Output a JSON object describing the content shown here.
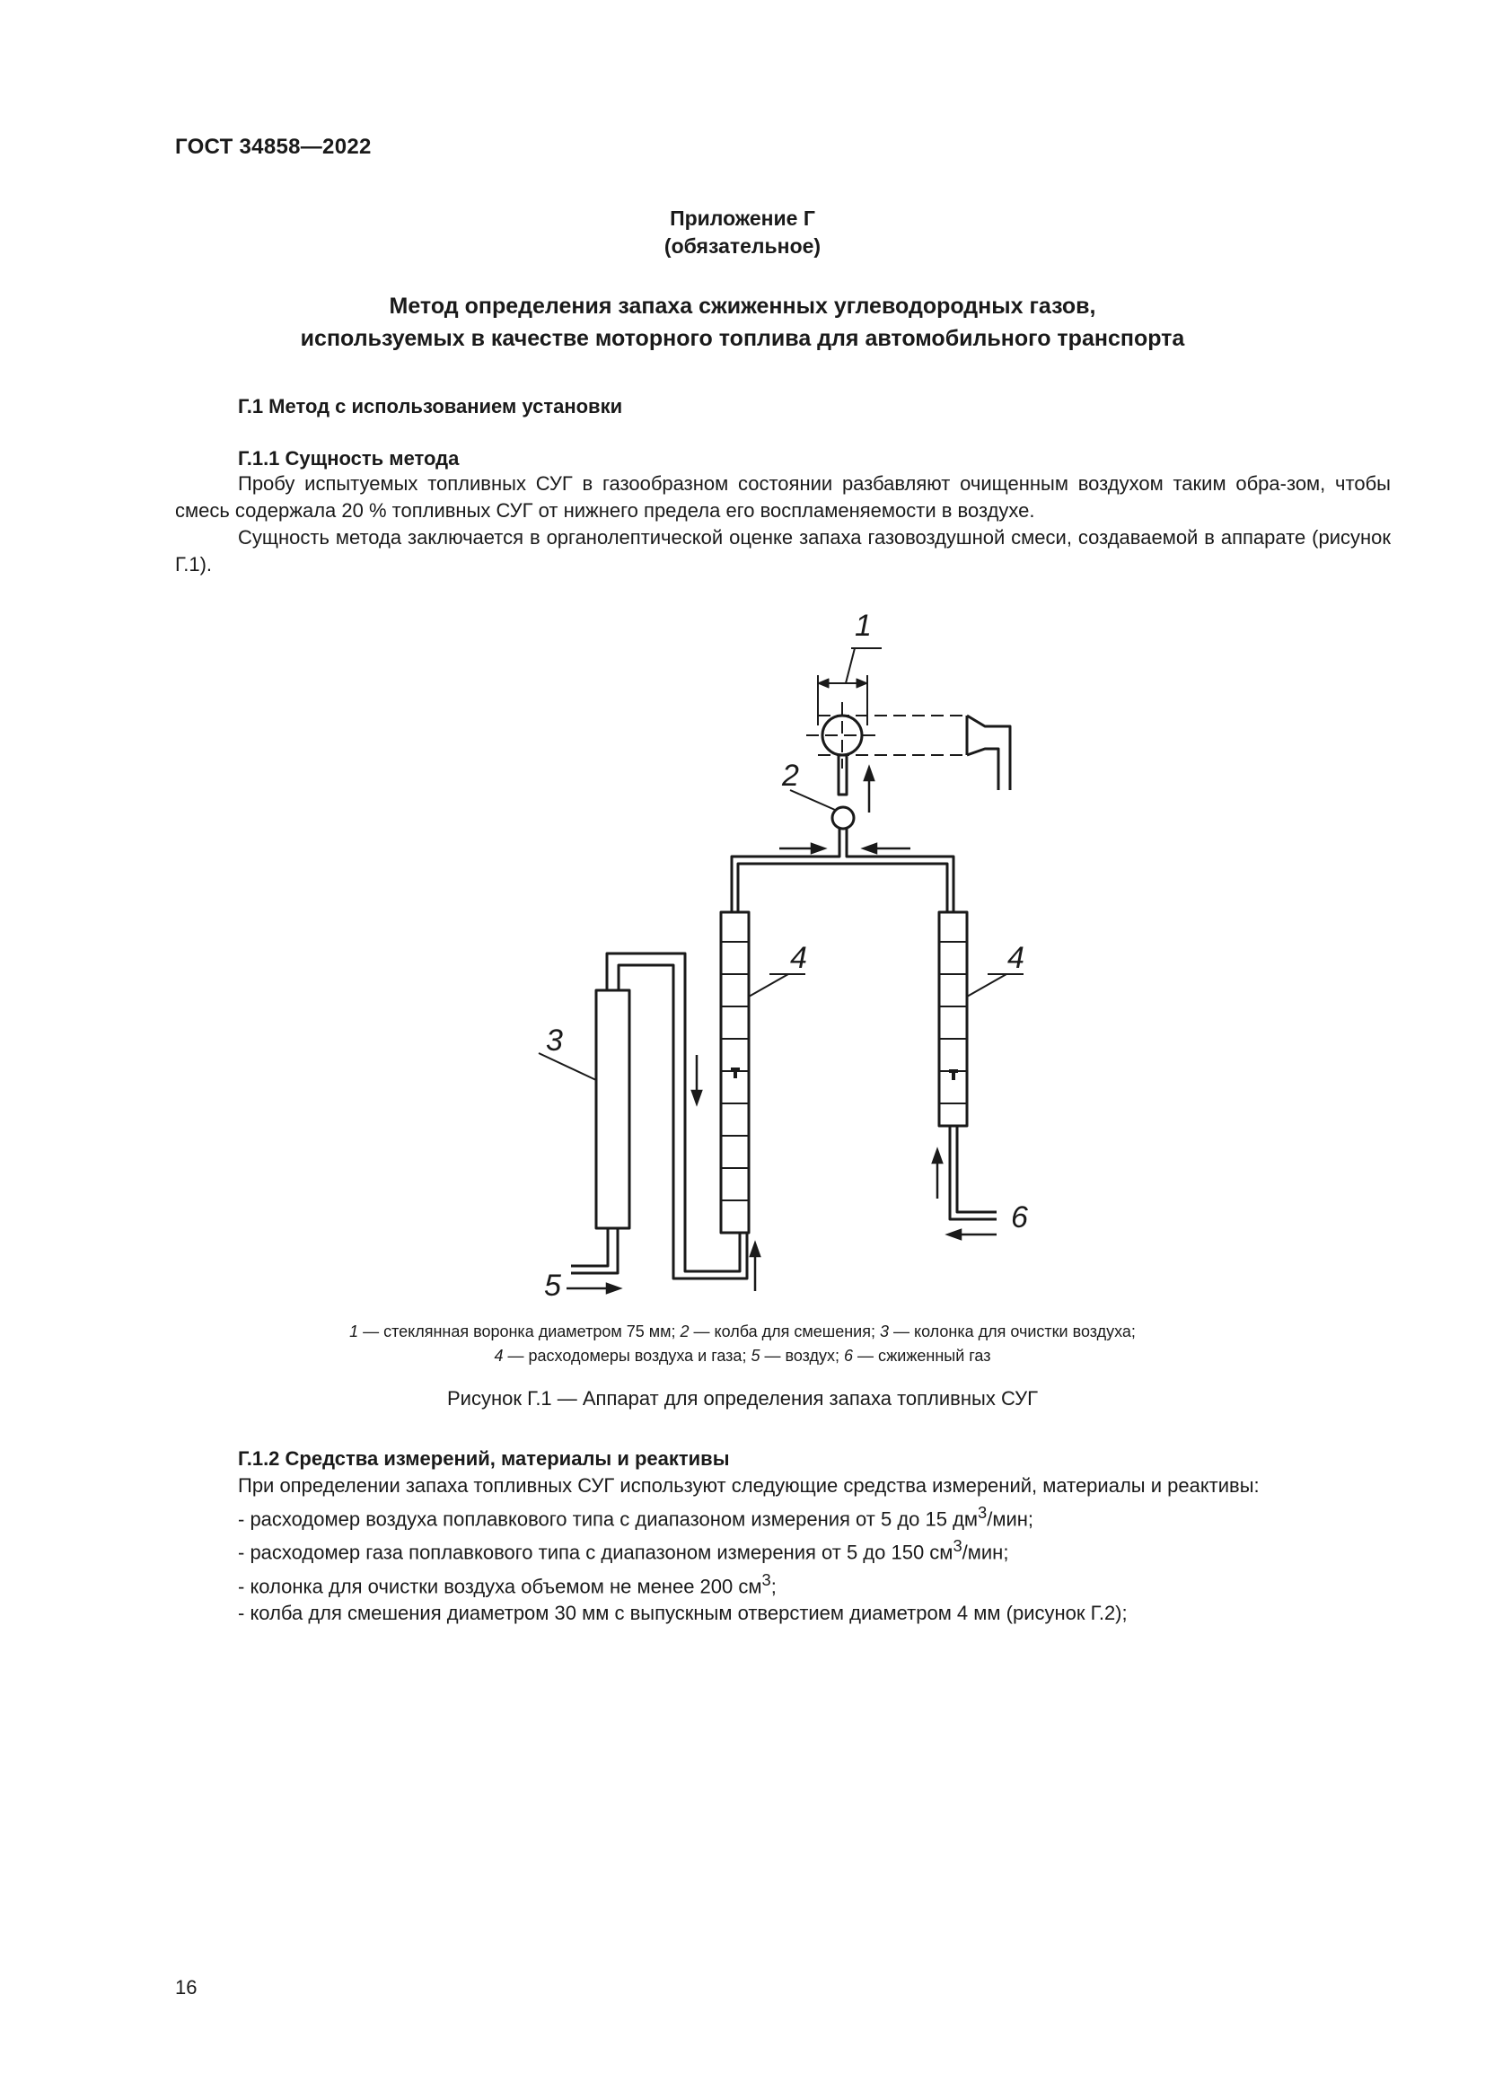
{
  "header": {
    "standard": "ГОСТ 34858—2022"
  },
  "appendix": {
    "title": "Приложение Г",
    "status": "(обязательное)"
  },
  "doc_title": {
    "line1": "Метод определения запаха сжиженных углеводородных газов,",
    "line2": "используемых в качестве моторного топлива для автомобильного транспорта"
  },
  "section_1": {
    "heading": "Г.1 Метод с использованием установки"
  },
  "section_1_1": {
    "heading": "Г.1.1 Сущность метода",
    "para1": "Пробу испытуемых топливных СУГ в газообразном состоянии разбавляют очищенным воздухом таким обра-зом, чтобы смесь содержала 20 % топливных СУГ от нижнего предела его воспламеняемости в воздухе.",
    "para2": "Сущность метода заключается в органолептической оценке запаха газовоздушной смеси, создаваемой в аппарате (рисунок Г.1)."
  },
  "figure": {
    "labels": [
      "1",
      "2",
      "3",
      "4",
      "4",
      "5",
      "6"
    ],
    "legend": {
      "n1": "1",
      "t1": " — стеклянная воронка диаметром 75 мм; ",
      "n2": "2",
      "t2": " — колба для смешения; ",
      "n3": "3",
      "t3": " — колонка для очистки воздуха;",
      "n4": "4",
      "t4": " — расходомеры воздуха и газа; ",
      "n5": "5",
      "t5": " — воздух; ",
      "n6": "6",
      "t6": " — сжиженный газ"
    },
    "caption": "Рисунок Г.1 — Аппарат для определения запаха топливных СУГ"
  },
  "section_1_2": {
    "heading": "Г.1.2 Средства измерений, материалы и реактивы",
    "intro": "При определении запаха топливных СУГ используют следующие средства измерений, материалы и реактивы:",
    "items": [
      {
        "text": "- расходомер воздуха поплавкового типа с диапазоном измерения от 5 до 15 дм",
        "sup": "3",
        "tail": "/мин;"
      },
      {
        "text": "- расходомер газа поплавкового типа с диапазоном измерения от 5 до 150 см",
        "sup": "3",
        "tail": "/мин;"
      },
      {
        "text": "- колонка для очистки воздуха объемом не менее 200 см",
        "sup": "3",
        "tail": ";"
      },
      {
        "text": "- колба для смешения диаметром 30 мм с выпускным отверстием диаметром 4 мм (рисунок Г.2);",
        "sup": "",
        "tail": ""
      }
    ]
  },
  "page_number": "16"
}
